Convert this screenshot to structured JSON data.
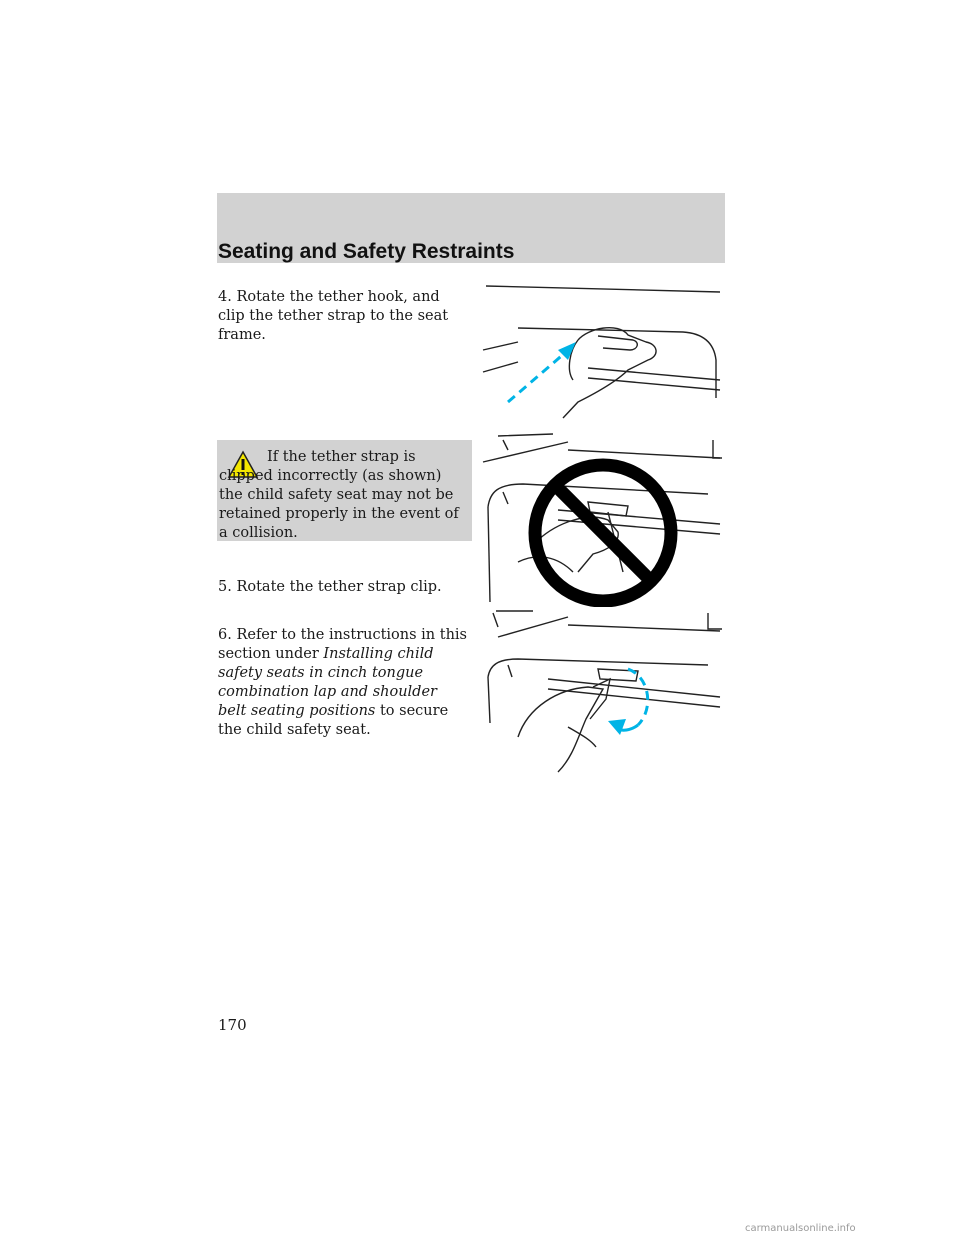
{
  "header": {
    "section_title": "Seating and Safety Restraints"
  },
  "steps": {
    "step4": "4. Rotate the tether hook, and clip the tether strap to the seat frame.",
    "step5": "5. Rotate the tether strap clip.",
    "step6_pre": "6. Refer to the instructions in this section under ",
    "step6_italic": "Installing child safety seats in cinch tongue combination lap and shoulder belt seating positions",
    "step6_post": " to secure the child safety seat."
  },
  "warning": {
    "text": "If the tether strap is clipped incorrectly (as shown) the child safety seat may not be retained properly in the event of a collision.",
    "icon": "warning-triangle-icon"
  },
  "figures": [
    {
      "name": "figure-rotate-hook",
      "arrow_color": "#00b4e6"
    },
    {
      "name": "figure-incorrect-clip",
      "prohibition_color": "#000000"
    },
    {
      "name": "figure-rotate-clip",
      "arrow_color": "#00b4e6"
    }
  ],
  "footer": {
    "page_number": "170",
    "watermark": "carmanualsonline.info"
  },
  "colors": {
    "header_band": "#d2d2d2",
    "warning_box": "#d2d2d2",
    "warning_icon": "#f3e600",
    "arrow": "#00b4e6"
  }
}
